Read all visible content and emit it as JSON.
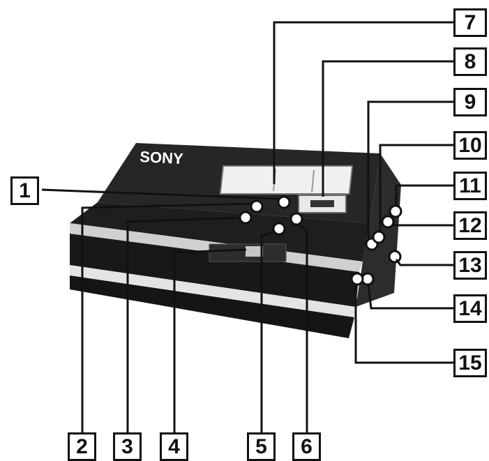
{
  "brand_logo": "SONY",
  "callouts": [
    "1",
    "2",
    "3",
    "4",
    "5",
    "6",
    "7",
    "8",
    "9",
    "10",
    "11",
    "12",
    "13",
    "14",
    "15"
  ],
  "colors": {
    "ink": "#111111",
    "body_dark": "#1c1c1c",
    "body_top": "#2a2a2a",
    "chrome": "#d9d9d9",
    "background": "#ffffff"
  }
}
